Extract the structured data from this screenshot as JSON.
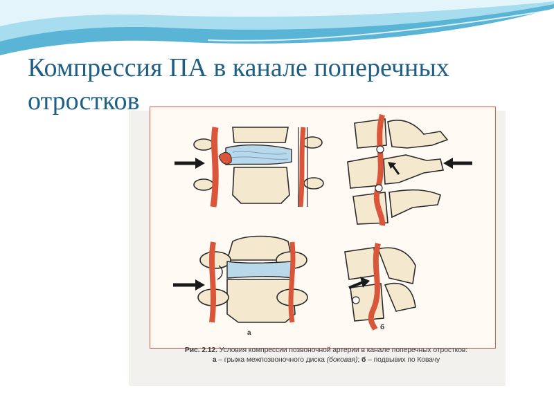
{
  "slide": {
    "title": "Компрессия ПА в канале поперечных отростков"
  },
  "figure": {
    "label_a": "а",
    "label_b": "б",
    "caption_fig": "Рис. 2.12.",
    "caption_line1": " Условия компрессии позвоночной артерии в канале поперечных отростков:",
    "caption_a": "а",
    "caption_mid": " – грыжа межпозвоночного диска ",
    "caption_italic": "(боковая)",
    "caption_sep": "; ",
    "caption_b": "б",
    "caption_end": " – подвывих по Ковачу"
  },
  "colors": {
    "title": "#1f5f86",
    "bone": "#f4e8cf",
    "artery": "#d9563b",
    "disc": "#b9d8ea",
    "frame": "#d65a4c"
  }
}
